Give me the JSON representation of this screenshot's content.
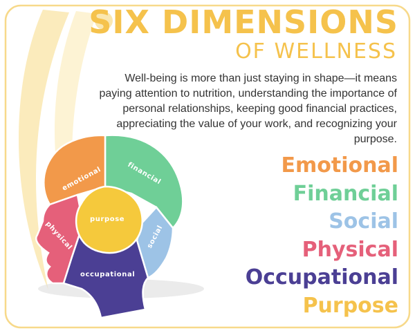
{
  "title": {
    "main": "SIX DIMENSIONS",
    "sub": "OF WELLNESS"
  },
  "intro_text": "Well-being is more than just staying in shape—it means paying attention to nutrition, understanding the importance of personal relationships, keeping good financial practices, appreciating the value of your work, and recognizing your purpose.",
  "dimensions": [
    {
      "label": "Emotional",
      "color": "#f2994a"
    },
    {
      "label": "Financial",
      "color": "#6fcf97"
    },
    {
      "label": "Social",
      "color": "#9dc3e6"
    },
    {
      "label": "Physical",
      "color": "#e5607a"
    },
    {
      "label": "Occupational",
      "color": "#4b3f94"
    },
    {
      "label": "Purpose",
      "color": "#f5c24c"
    }
  ],
  "head_pieces": [
    {
      "name": "emotional",
      "label": "emotional",
      "color": "#f2994a"
    },
    {
      "name": "financial",
      "label": "financial",
      "color": "#6fcf97"
    },
    {
      "name": "social",
      "label": "social",
      "color": "#9dc3e6"
    },
    {
      "name": "physical",
      "label": "physical",
      "color": "#e5607a"
    },
    {
      "name": "occupational",
      "label": "occupational",
      "color": "#4b3f94"
    },
    {
      "name": "purpose",
      "label": "purpose",
      "color": "#f5c93c"
    }
  ],
  "colors": {
    "frame": "#f7d98a",
    "title": "#f5c24c",
    "text": "#333333"
  }
}
